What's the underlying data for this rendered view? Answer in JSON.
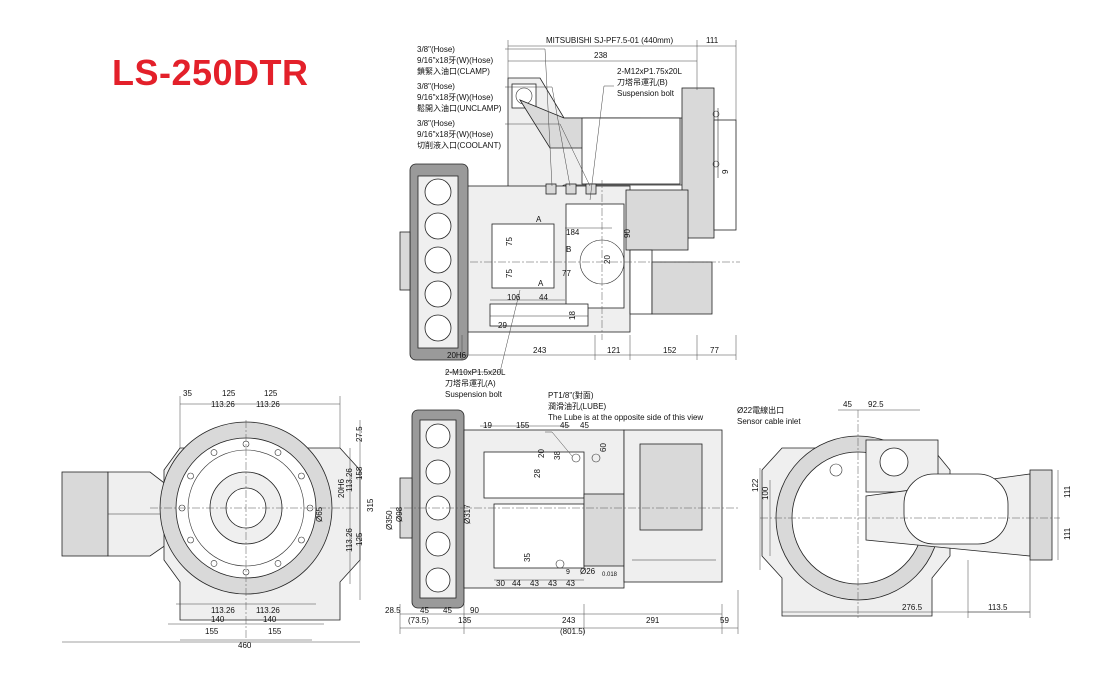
{
  "title": "LS-250DTR",
  "colors": {
    "title": "#e3202a",
    "line": "#222222",
    "fill": "#d9d9d9"
  },
  "top_view": {
    "callouts": [
      "3/8\"(Hose)",
      "9/16\"x18牙(W)(Hose)",
      "鎖緊入油口(CLAMP)",
      "3/8\"(Hose)",
      "9/16\"x18牙(W)(Hose)",
      "鬆開入油口(UNCLAMP)",
      "3/8\"(Hose)",
      "9/16\"x18牙(W)(Hose)",
      "切削液入口(COOLANT)"
    ],
    "motor_label": "MITSUBISHI SJ-PF7.5-01 (440mm)",
    "dim_111": "111",
    "dim_238": "238",
    "bolt_b": [
      "2-M12xP1.75x20L",
      "刀塔吊運孔(B)",
      "Suspension bolt"
    ],
    "bolt_a": [
      "2-M10xP1.5x20L",
      "刀塔吊運孔(A)",
      "Suspension bolt"
    ],
    "dims": {
      "d9": "9",
      "d184": "184",
      "d90": "90",
      "d75a": "75",
      "d75b": "75",
      "d77": "77",
      "d20": "20",
      "d106": "106",
      "d44": "44",
      "d29": "29",
      "d18": "18",
      "h20": "20H6",
      "d243": "243",
      "d121": "121",
      "d152": "152",
      "d77b": "77"
    },
    "labels": {
      "a1": "A",
      "a2": "A",
      "b": "B"
    }
  },
  "front_view": {
    "dims": {
      "d35": "35",
      "d125a": "125",
      "d125b": "125",
      "t1": "113.26",
      "t2": "113.26",
      "d27": "27.5",
      "r1": "113.26",
      "r2": "158",
      "h20": "20H6",
      "r3": "113.26",
      "r4": "125",
      "d315": "315",
      "d65": "Ø65",
      "b1": "113.26",
      "b2": "113.26",
      "d140a": "140",
      "d140b": "140",
      "d155a": "155",
      "d155b": "155",
      "d460": "460"
    }
  },
  "side_view": {
    "lube": [
      "PT1/8\"(對面)",
      "潤滑油孔(LUBE)",
      "The Lube is at the opposite side of this view"
    ],
    "dims": {
      "d19": "19",
      "d155": "155",
      "d45a": "45",
      "d45b": "45",
      "d20": "20",
      "d38": "38",
      "d60": "60",
      "d28": "28",
      "d350": "Ø350",
      "d98": "Ø98",
      "d317": "Ø317",
      "d35": "35",
      "d30": "30",
      "d44": "44",
      "d43a": "43",
      "d43b": "43",
      "d43c": "43",
      "d9": "9",
      "d26": "Ø26",
      "tol": "0.018",
      "d285": "28.5",
      "d45c": "45",
      "d45d": "45",
      "d90": "90",
      "d735": "(73.5)",
      "d135": "135",
      "d243": "243",
      "d291": "291",
      "d59": "59",
      "d8015": "(801.5)"
    }
  },
  "rear_view": {
    "sensor": [
      "Ø22電線出口",
      "Sensor cable inlet"
    ],
    "dims": {
      "d45": "45",
      "d925": "92.5",
      "d122": "122",
      "d100": "100",
      "d111a": "111",
      "d111b": "111",
      "d2765": "276.5",
      "d1135": "113.5"
    }
  }
}
